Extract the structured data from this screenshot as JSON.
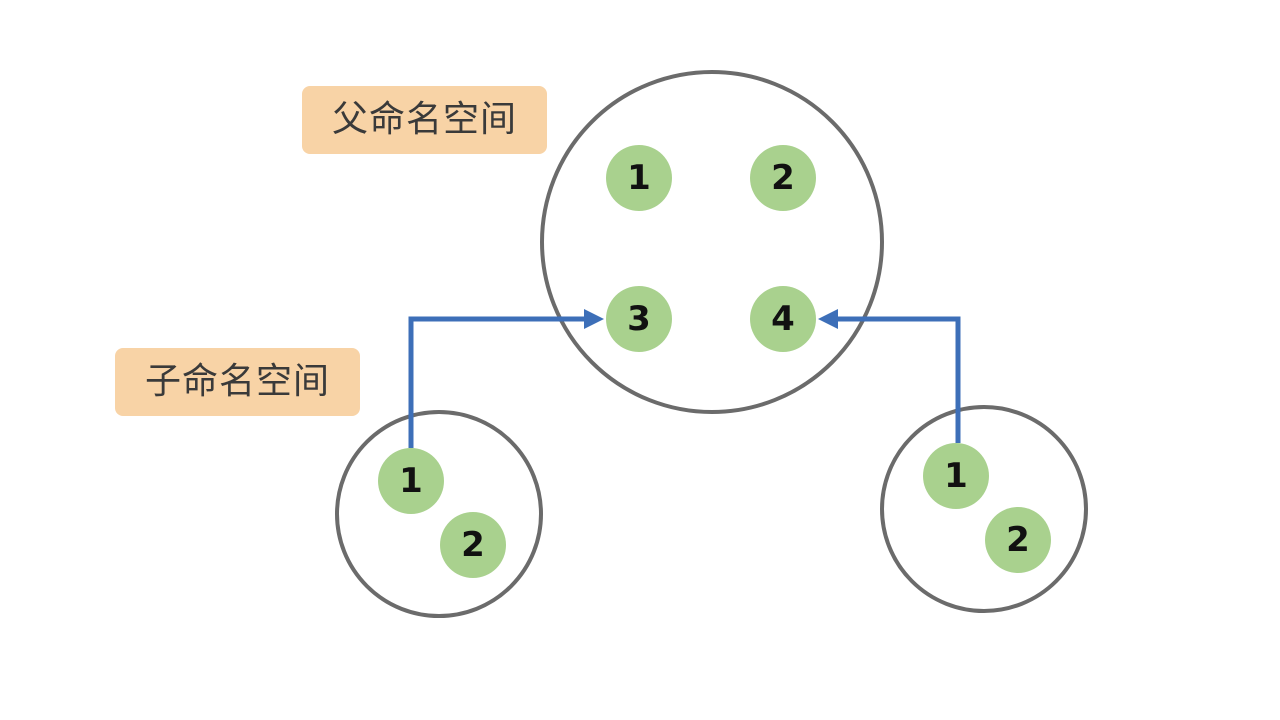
{
  "labels": {
    "parent_namespace": "父命名空间",
    "child_namespace": "子命名空间"
  },
  "parent": {
    "nodes": [
      "1",
      "2",
      "3",
      "4"
    ]
  },
  "child_left": {
    "nodes": [
      "1",
      "2"
    ]
  },
  "child_right": {
    "nodes": [
      "1",
      "2"
    ]
  },
  "colors": {
    "label_bg": "#f8d3a6",
    "node_fill": "#a9d18e",
    "ring_stroke": "#6b6b6b",
    "arrow": "#3d6fb8"
  }
}
